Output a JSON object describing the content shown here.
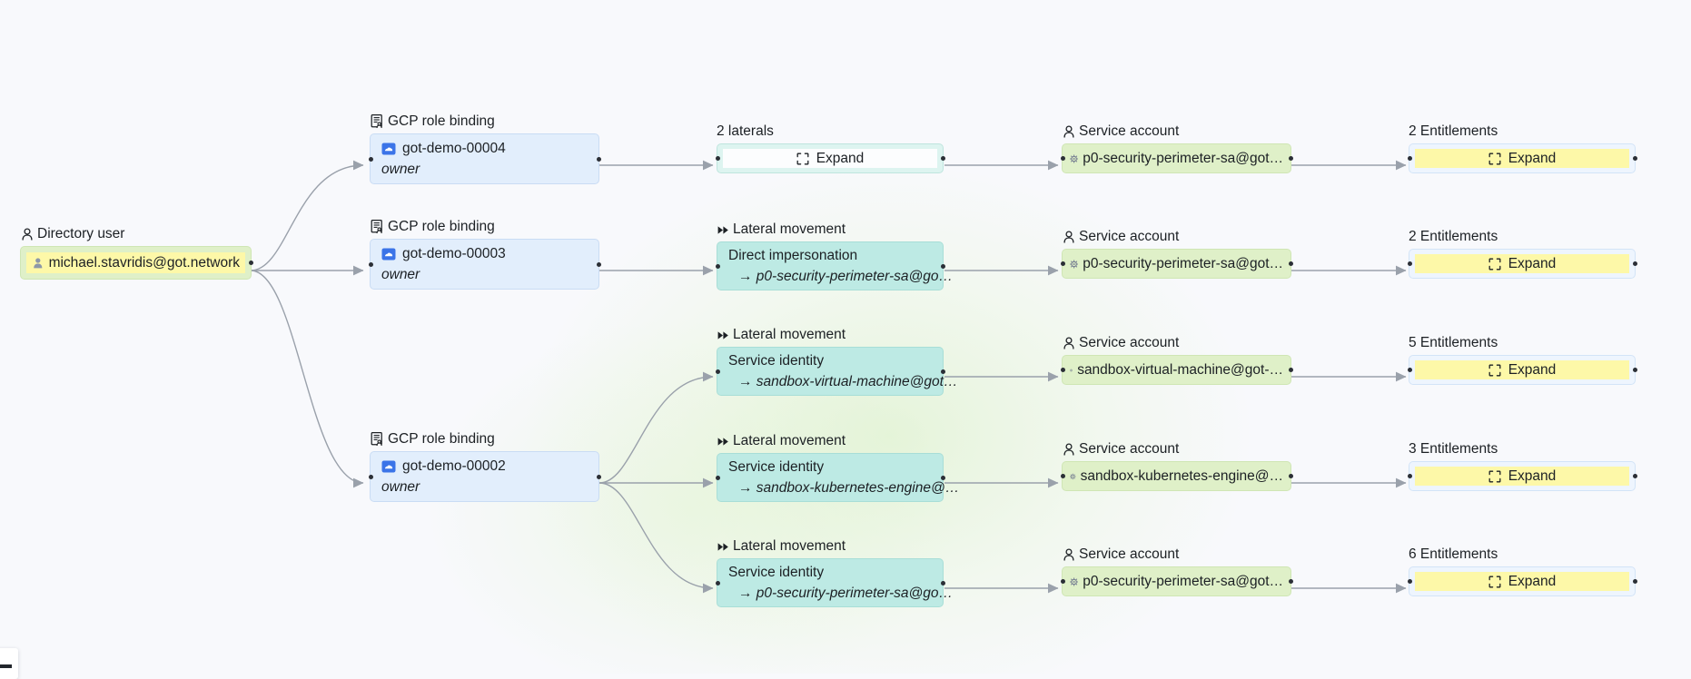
{
  "graph": {
    "title": "Identity attack path graph",
    "background_color": "#f8f9fc",
    "edge_color": "#9aa1ab"
  },
  "root": {
    "label": "Directory user",
    "label_icon": "person-icon",
    "value": "michael.stavridis@got.network",
    "value_icon": "user-avatar-icon",
    "box_color": "#dff0c8",
    "pill_color": "#fdf8a8"
  },
  "role_bindings": [
    {
      "label": "GCP role binding",
      "label_icon": "document-person-icon",
      "name": "got-demo-00004",
      "role": "owner",
      "name_icon": "gcp-project-icon"
    },
    {
      "label": "GCP role binding",
      "label_icon": "document-person-icon",
      "name": "got-demo-00003",
      "role": "owner",
      "name_icon": "gcp-project-icon"
    },
    {
      "label": "GCP role binding",
      "label_icon": "document-person-icon",
      "name": "got-demo-00002",
      "role": "owner",
      "name_icon": "gcp-project-icon"
    }
  ],
  "laterals": [
    {
      "kind": "collapsed",
      "label": "2 laterals",
      "button_label": "Expand",
      "button_icon": "expand-icon",
      "button_color": "#fcfdfe",
      "box_color": "#ddf4f0"
    },
    {
      "kind": "movement",
      "label": "Lateral movement",
      "label_icon": "fast-forward-icon",
      "title": "Direct impersonation",
      "target": "→ p0-security-perimeter-sa@go…",
      "box_color": "#bdeae4"
    },
    {
      "kind": "movement",
      "label": "Lateral movement",
      "label_icon": "fast-forward-icon",
      "title": "Service identity",
      "target": "→ sandbox-virtual-machine@got…",
      "box_color": "#bdeae4"
    },
    {
      "kind": "movement",
      "label": "Lateral movement",
      "label_icon": "fast-forward-icon",
      "title": "Service identity",
      "target": "→ sandbox-kubernetes-engine@…",
      "box_color": "#bdeae4"
    },
    {
      "kind": "movement",
      "label": "Lateral movement",
      "label_icon": "fast-forward-icon",
      "title": "Service identity",
      "target": "→ p0-security-perimeter-sa@go…",
      "box_color": "#bdeae4"
    }
  ],
  "service_accounts": [
    {
      "label": "Service account",
      "label_icon": "person-icon",
      "value": "p0-security-perimeter-sa@got…",
      "value_icon": "gear-icon"
    },
    {
      "label": "Service account",
      "label_icon": "person-icon",
      "value": "p0-security-perimeter-sa@got…",
      "value_icon": "gear-icon"
    },
    {
      "label": "Service account",
      "label_icon": "person-icon",
      "value": "sandbox-virtual-machine@got-…",
      "value_icon": "gear-icon"
    },
    {
      "label": "Service account",
      "label_icon": "person-icon",
      "value": "sandbox-kubernetes-engine@…",
      "value_icon": "gear-icon"
    },
    {
      "label": "Service account",
      "label_icon": "person-icon",
      "value": "p0-security-perimeter-sa@got…",
      "value_icon": "gear-icon"
    }
  ],
  "entitlements": [
    {
      "label": "2 Entitlements",
      "button_label": "Expand",
      "button_icon": "expand-icon",
      "button_color": "#fdf8a8"
    },
    {
      "label": "2 Entitlements",
      "button_label": "Expand",
      "button_icon": "expand-icon",
      "button_color": "#fdf8a8"
    },
    {
      "label": "5 Entitlements",
      "button_label": "Expand",
      "button_icon": "expand-icon",
      "button_color": "#fdf8a8"
    },
    {
      "label": "3 Entitlements",
      "button_label": "Expand",
      "button_icon": "expand-icon",
      "button_color": "#fdf8a8"
    },
    {
      "label": "6 Entitlements",
      "button_label": "Expand",
      "button_icon": "expand-icon",
      "button_color": "#fdf8a8"
    }
  ]
}
